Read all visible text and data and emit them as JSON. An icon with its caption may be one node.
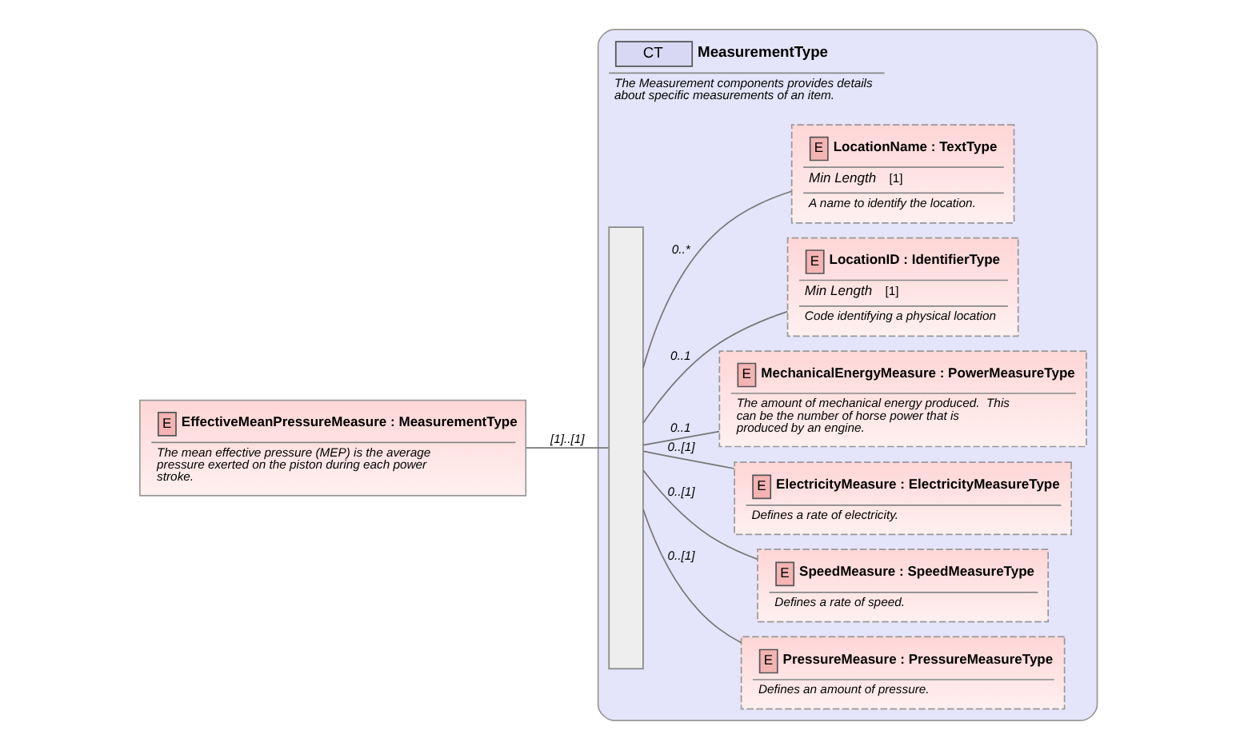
{
  "diagram": {
    "nodes": [
      {
        "text": [
          "E",
          "EffectiveMeanPressureMeasure : MeasurementType",
          "The mean effective pressure (MEP) is the average pressure exerted on the piston during each power stroke."
        ]
      },
      {
        "text": [
          "CT",
          "MeasurementType",
          "The Measurement components provides details about specific measurements of an item."
        ]
      },
      {
        "text": [],
        "shape": "bar",
        "in": 1
      },
      {
        "text": [
          "E",
          "PressureMeasure : PressureMeasureType",
          "Defines an amount of pressure."
        ],
        "in": 1
      },
      {
        "text": [
          "E",
          "SpeedMeasure : SpeedMeasureType",
          "Defines a rate of speed."
        ],
        "in": 1
      },
      {
        "text": [
          "E",
          "ElectricityMeasure : ElectricityMeasureType",
          "Defines a rate of electricity."
        ],
        "in": 1
      },
      {
        "text": [
          "E",
          "MechanicalEnergyMeasure : PowerMeasureType",
          "The amount of mechanical energy produced.  This can be the number of horse power that is produced by an engine."
        ],
        "in": 1
      },
      {
        "text": [
          "E",
          "LocationID : IdentifierType",
          "Min Length",
          "[1]",
          "Code identifying a physical location"
        ],
        "in": 1
      },
      {
        "text": [
          "E",
          "LocationName : TextType",
          "Min Length",
          "[1]",
          "A name to identify the location."
        ],
        "in": 1
      }
    ],
    "edges": [
      {
        "from": 0,
        "to": 2,
        "arrow": "none",
        "label": "[1]..[1]"
      },
      {
        "from": 2,
        "to": 3,
        "arrow": "none",
        "label": "0..[1]"
      },
      {
        "from": 2,
        "to": 4,
        "arrow": "none",
        "label": "0..[1]"
      },
      {
        "from": 2,
        "to": 5,
        "arrow": "none",
        "label": "0..[1]"
      },
      {
        "from": 2,
        "to": 6,
        "arrow": "none",
        "label": "0..1"
      },
      {
        "from": 2,
        "to": 7,
        "arrow": "none",
        "label": "0..1"
      },
      {
        "from": 2,
        "to": 8,
        "arrow": "none",
        "label": "0..*"
      }
    ]
  }
}
